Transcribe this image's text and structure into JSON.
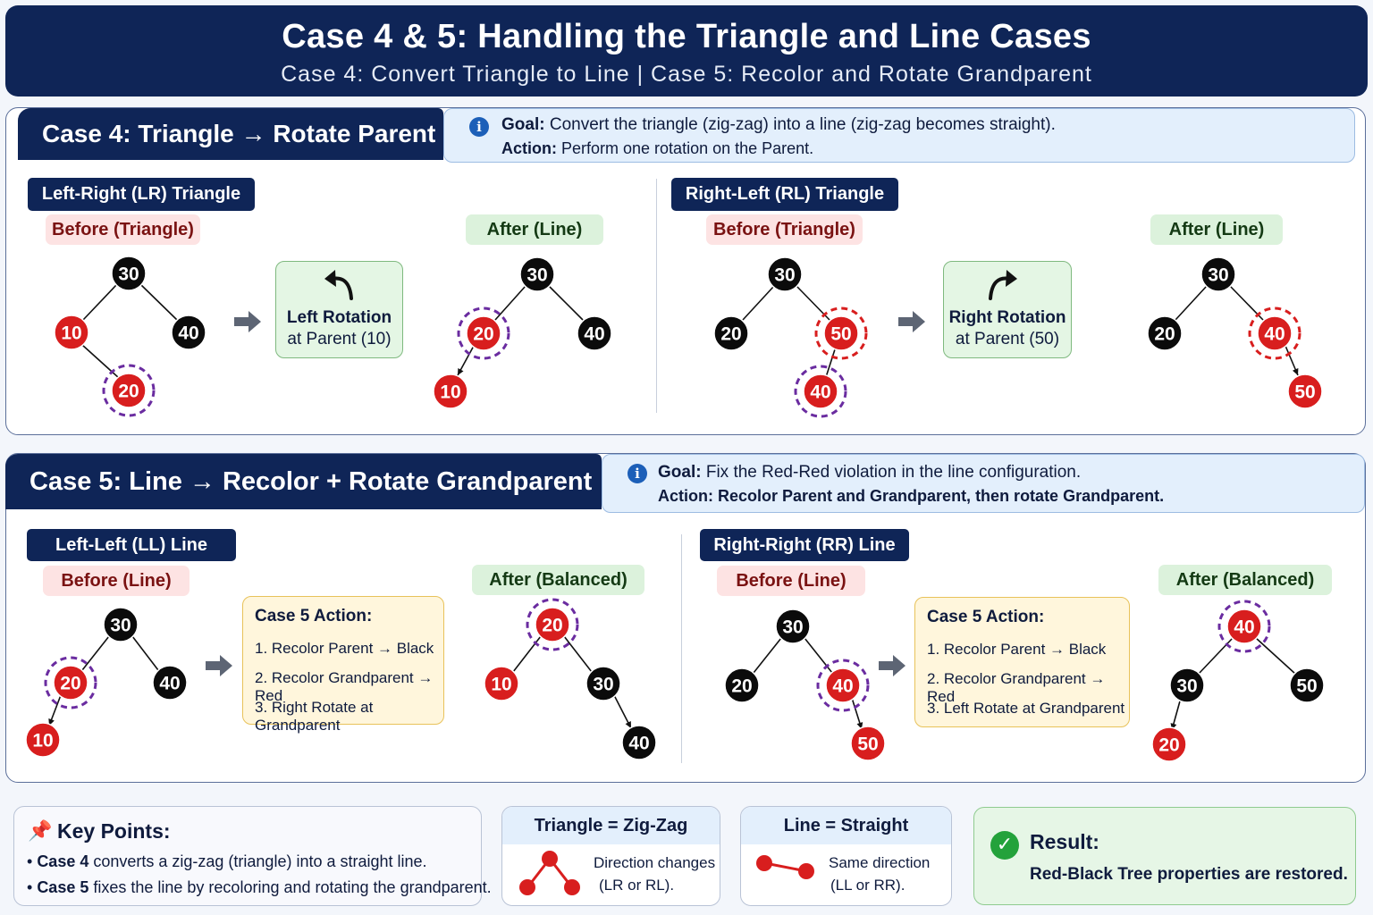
{
  "header": {
    "title": "Case 4 & 5: Handling the Triangle and Line Cases",
    "subtitle": "Case 4: Convert Triangle to Line  |  Case 5: Recolor and Rotate Grandparent"
  },
  "case4": {
    "title": "Case 4: Triangle → Rotate Parent",
    "goal_label": "Goal:",
    "goal_text": " Convert the triangle (zig-zag) into a line (zig-zag becomes straight).",
    "action_label": "Action:",
    "action_text": " Perform one rotation on the Parent.",
    "left": {
      "tag": "Left-Right (LR) Triangle",
      "before": "Before (Triangle)",
      "after": "After (Line)",
      "rotation_line1": "Left Rotation",
      "rotation_line2": "at Parent (10)",
      "before_nodes": [
        "30",
        "10",
        "40",
        "20"
      ],
      "after_nodes": [
        "30",
        "20",
        "40",
        "10"
      ]
    },
    "right": {
      "tag": "Right-Left (RL) Triangle",
      "before": "Before (Triangle)",
      "after": "After (Line)",
      "rotation_line1": "Right Rotation",
      "rotation_line2": "at Parent (50)",
      "before_nodes": [
        "30",
        "20",
        "50",
        "40"
      ],
      "after_nodes": [
        "30",
        "20",
        "40",
        "50"
      ]
    }
  },
  "case5": {
    "title": "Case 5: Line → Recolor + Rotate Grandparent",
    "goal_label": "Goal:",
    "goal_text": " Fix the Red-Red violation in the line configuration.",
    "action_label": "Action:",
    "action_text": " Recolor Parent and Grandparent, then rotate Grandparent.",
    "left": {
      "tag": "Left-Left (LL) Line",
      "before": "Before (Line)",
      "after": "After (Balanced)",
      "action_title": "Case 5 Action:",
      "actions": [
        "1. Recolor Parent → Black",
        "2. Recolor Grandparent → Red",
        "3. Right Rotate at Grandparent"
      ],
      "before_nodes": [
        "30",
        "20",
        "40",
        "10"
      ],
      "after_nodes": [
        "20",
        "10",
        "30",
        "40"
      ]
    },
    "right": {
      "tag": "Right-Right (RR) Line",
      "before": "Before (Line)",
      "after": "After (Balanced)",
      "action_title": "Case 5 Action:",
      "actions": [
        "1. Recolor Parent → Black",
        "2. Recolor Grandparent → Red",
        "3. Left Rotate at Grandparent"
      ],
      "before_nodes": [
        "30",
        "20",
        "40",
        "50"
      ],
      "after_nodes": [
        "40",
        "30",
        "50",
        "20"
      ]
    }
  },
  "bottom": {
    "key_points_title": "Key Points:",
    "kp1_bold": "Case 4",
    "kp1_text": " converts a zig-zag (triangle) into a straight line.",
    "kp2_bold": "Case 5",
    "kp2_text": " fixes the line by recoloring and rotating the grandparent.",
    "triangle_title": "Triangle = Zig-Zag",
    "triangle_line1": "Direction changes",
    "triangle_line2": "(LR or RL).",
    "line_title": "Line = Straight",
    "line_line1": "Same direction",
    "line_line2": "(LL or RR).",
    "result_title": "Result:",
    "result_text": "Red-Black Tree properties are restored."
  },
  "colors": {
    "navy": "#0f2557",
    "red_node": "#d81e1e",
    "black_node": "#0b0b0b",
    "highlight": "#6a2ca0"
  }
}
